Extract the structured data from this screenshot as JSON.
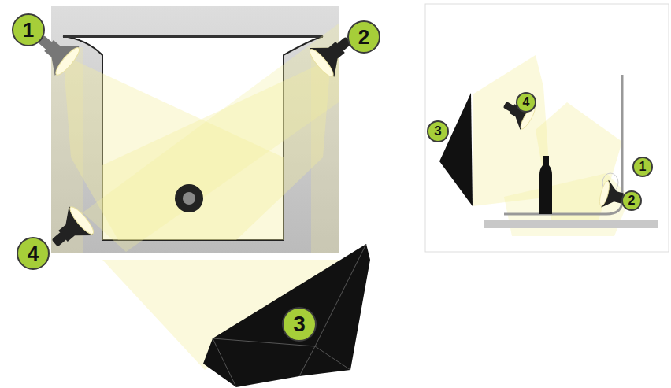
{
  "diagram": {
    "labels": [
      "1",
      "2",
      "4",
      "3",
      "3",
      "4",
      "1",
      "2"
    ]
  }
}
